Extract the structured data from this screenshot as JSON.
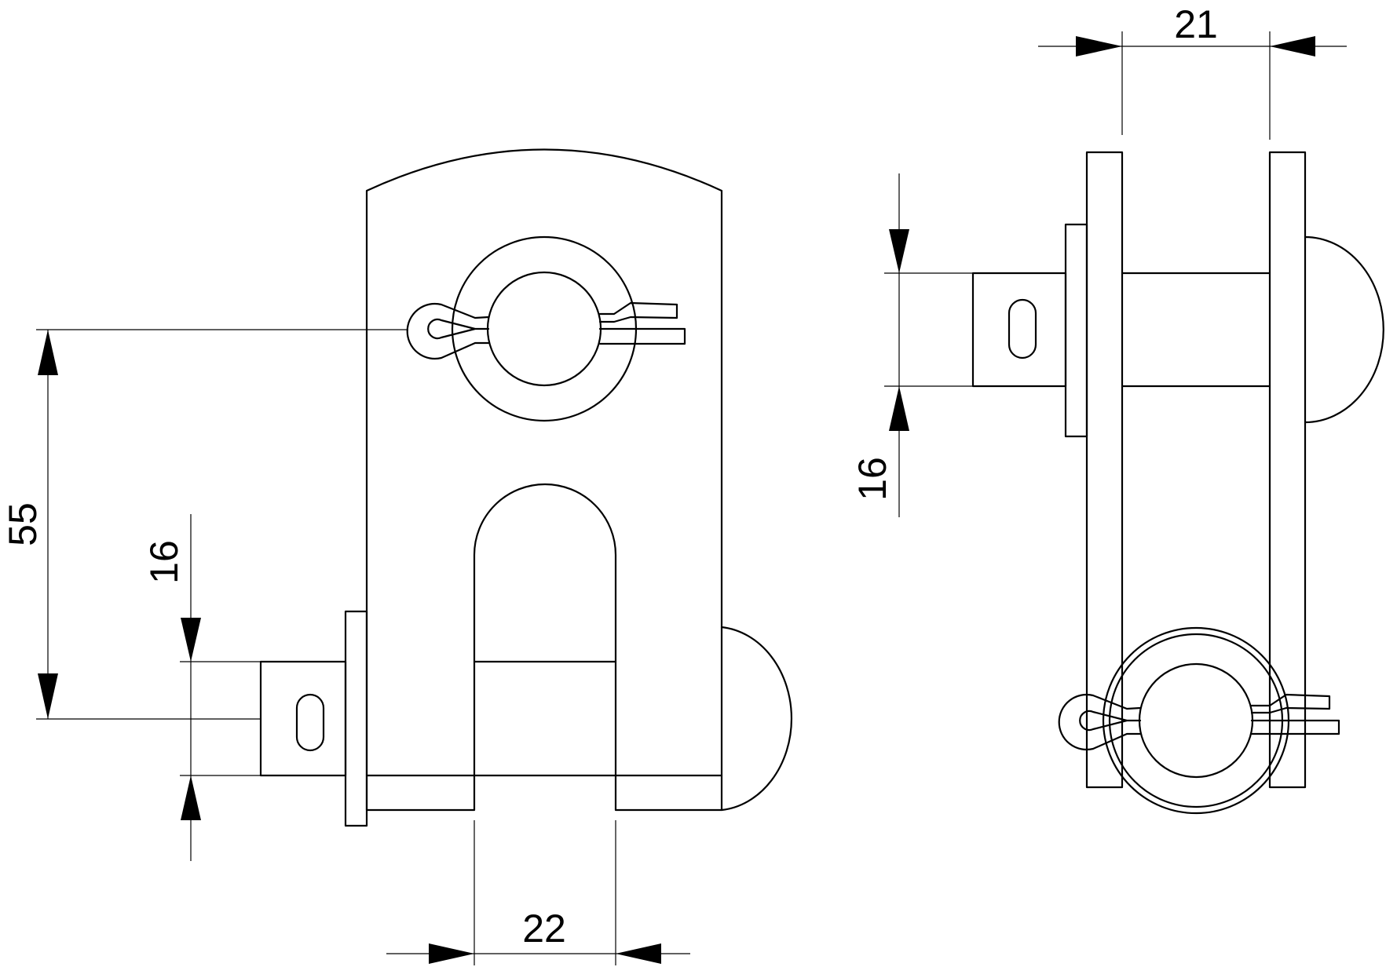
{
  "dimensions": {
    "front_height": "55",
    "front_pin": "16",
    "front_slot_width": "22",
    "side_width": "21",
    "side_pin": "16"
  },
  "colors": {
    "line": "#000000",
    "background": "#ffffff"
  }
}
